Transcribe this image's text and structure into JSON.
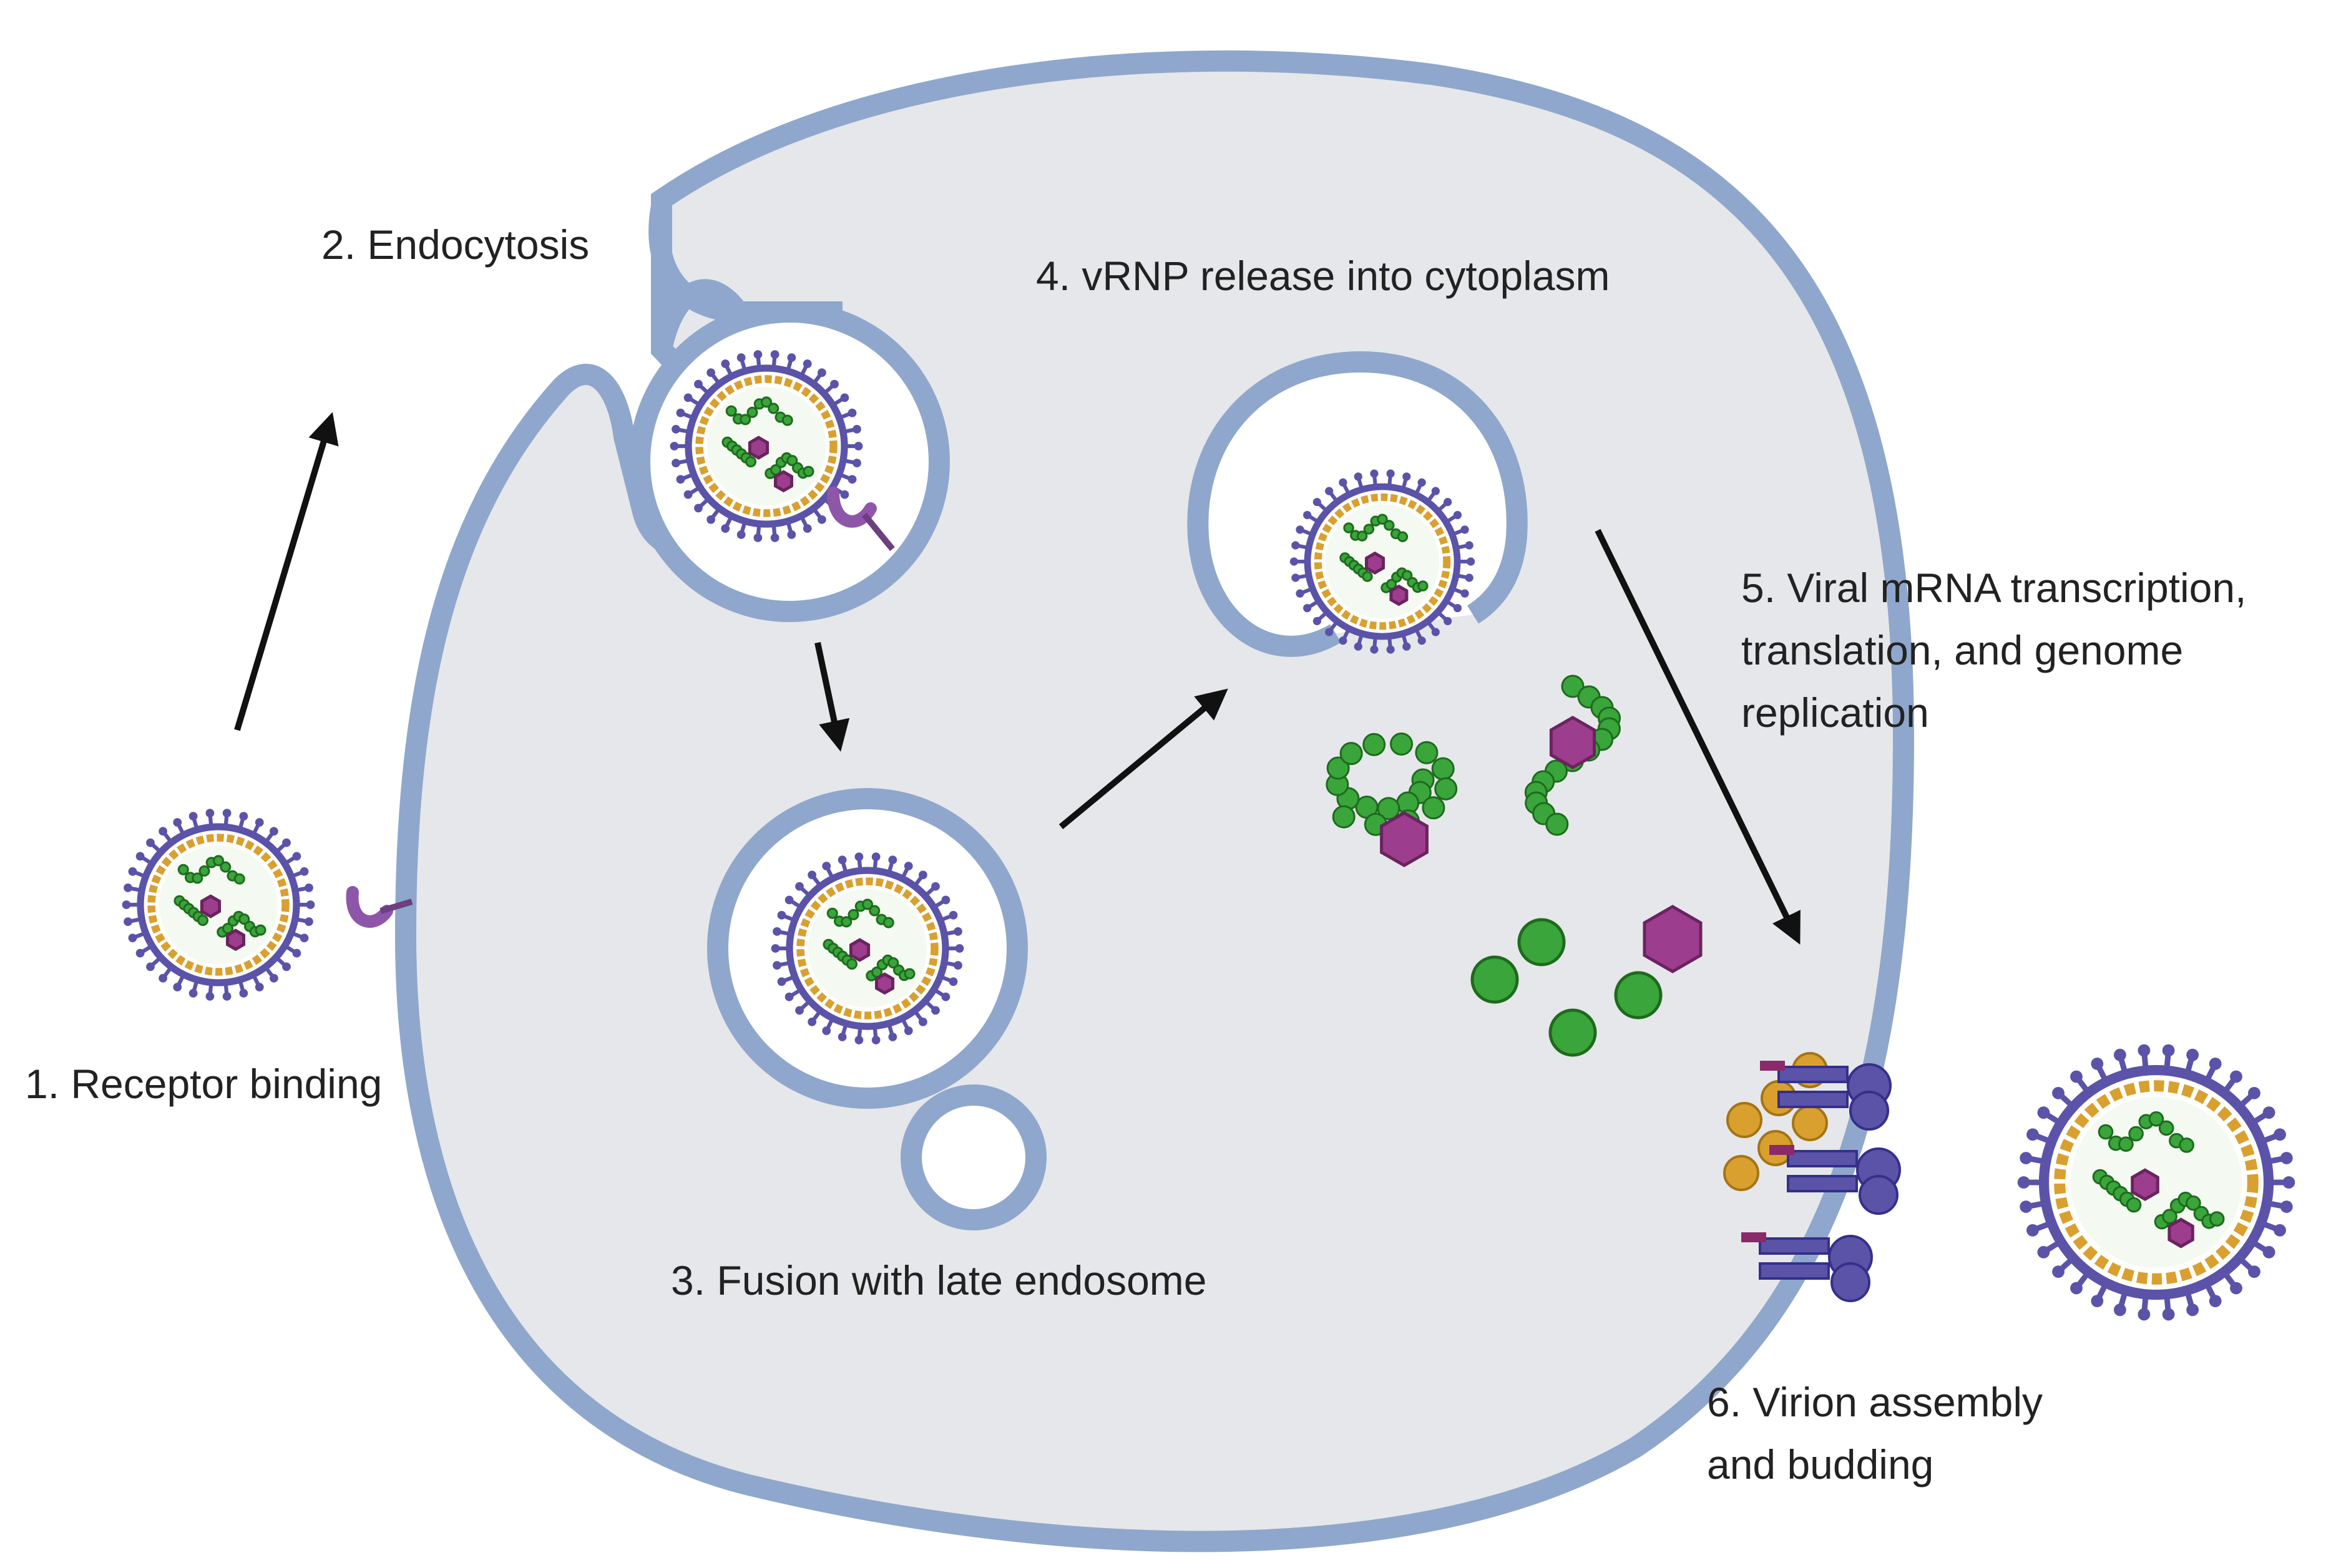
{
  "steps": {
    "step1": "1. Receptor binding",
    "step2": "2. Endocytosis",
    "step3": "3. Fusion with late endosome",
    "step4": "4. vRNP release into cytoplasm",
    "step5": [
      "5. Viral mRNA transcription,",
      "translation, and genome",
      "replication"
    ],
    "step6": [
      "6. Virion assembly",
      "and budding"
    ]
  },
  "colors": {
    "cell_fill": "#e6e7ea",
    "membrane": "#8fa7cc",
    "membrane_dark": "#6f88b2",
    "vesicle_fill": "#ffffff",
    "spike": "#5b53a8",
    "virus_lipid": "#d9a030",
    "rna": "#3aa53a",
    "protein_hex": "#9c3d8e",
    "receptor": "#8e56a8",
    "arrow": "#111111"
  },
  "icons": {
    "virion": "influenza-virion-icon",
    "receptor": "sialic-acid-receptor-icon",
    "vrnp": "vrnp-icon",
    "surface_protein": "hemagglutinin-icon"
  }
}
